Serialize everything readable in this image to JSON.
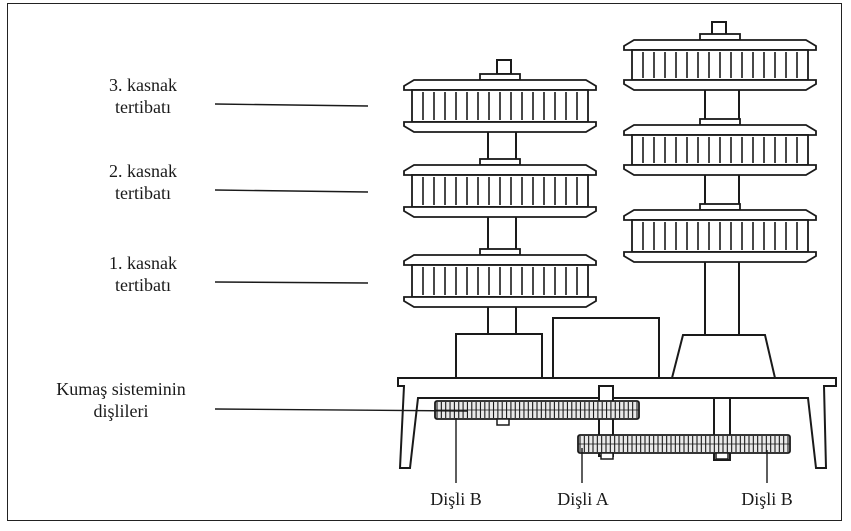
{
  "labels": {
    "pulley3": {
      "line1": "3. kasnak",
      "line2": "tertibatı"
    },
    "pulley2": {
      "line1": "2. kasnak",
      "line2": "tertibatı"
    },
    "pulley1": {
      "line1": "1. kasnak",
      "line2": "tertibatı"
    },
    "fabric": {
      "line1": "Kumaş sisteminin",
      "line2": "dişlileri"
    },
    "gear_b_left": "Dişli B",
    "gear_a": "Dişli A",
    "gear_b_right": "Dişli B"
  },
  "colors": {
    "ink": "#1a1a1a",
    "paper": "#ffffff",
    "shade": "#e8e8e8"
  }
}
